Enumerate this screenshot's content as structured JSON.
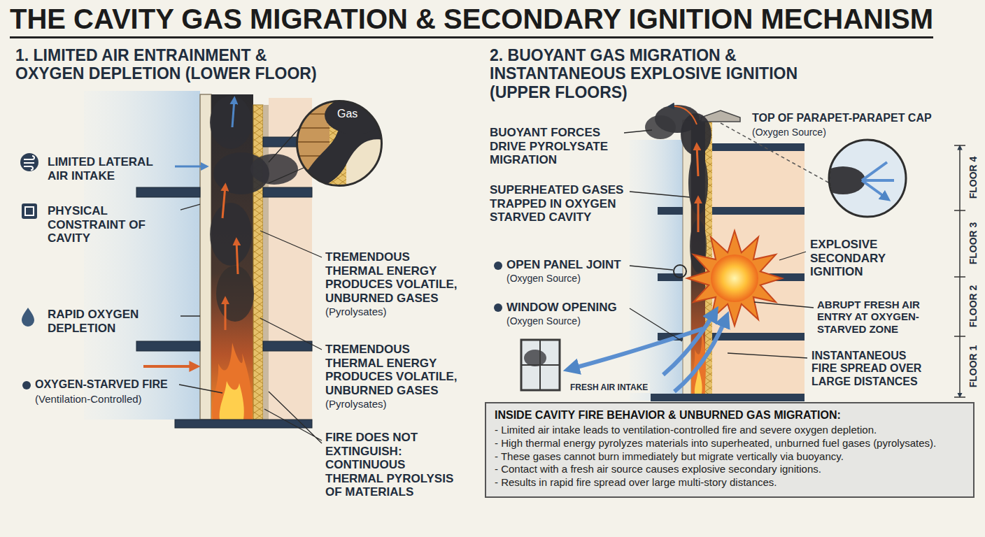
{
  "diagram": {
    "title": "THE CAVITY GAS MIGRATION & SECONDARY IGNITION MECHANISM",
    "nodes": [
      {
        "text": [
          "Gas"
        ]
      },
      {
        "text": [
          "INSIDE CAVITY FIRE BEHAVIOR & UNBURNED GAS MIGRATION:",
          "- Limited air intake leads to ventilation-controlled fire and severe oxygen depletion.",
          "- High thermal energy pyrolyzes materials into superheated, unburned fuel gases (pyrolysates).",
          "- These gases cannot burn immediately but migrate vertically via buoyancy.",
          "- Contact with a fresh air source causes explosive secondary ignitions.",
          "- Results in rapid fire spread over large multi-story distances."
        ]
      }
    ],
    "labels": [
      "1. LIMITED AIR ENTRAINMENT & OXYGEN DEPLETION (LOWER FLOOR)",
      "2. BUOYANT GAS MIGRATION & INSTANTANEOUS EXPLOSIVE IGNITION (UPPER FLOORS)",
      "LIMITED LATERAL AIR INTAKE",
      "PHYSICAL CONSTRAINT OF CAVITY",
      "RAPID OXYGEN DEPLETION",
      "OXYGEN-STARVED FIRE",
      "(Ventilation-Controlled)",
      "TREMENDOUS THERMAL ENERGY PRODUCES VOLATILE, UNBURNED GASES",
      "(Pyrolysates)",
      "TREMENDOUS THERMAL ENERGY PRODUCES VOLATILE, UNBURNED GASES",
      "(Pyrolysates)",
      "FIRE DOES NOT EXTINGUISH: CONTINUOUS THERMAL PYROLYSIS OF MATERIALS",
      "BUOYANT FORCES DRIVE PYROLYSATE MIGRATION",
      "SUPERHEATED GASES TRAPPED IN OXYGEN STARVED CAVITY",
      "TOP OF PARAPET-PARAPET CAP",
      "(Oxygen Source)",
      "OPEN PANEL JOINT",
      "(Oxygen Source)",
      "WINDOW OPENING",
      "(Oxygen Source)",
      "FRESH AIR INTAKE",
      "EXPLOSIVE SECONDARY IGNITION",
      "ABRUPT FRESH AIR ENTRY AT OXYGEN-STARVED ZONE",
      "INSTANTANEOUS FIRE SPREAD OVER LARGE DISTANCES",
      "FLOOR 4",
      "FLOOR 3",
      "FLOOR 2",
      "FLOOR 1"
    ]
  }
}
